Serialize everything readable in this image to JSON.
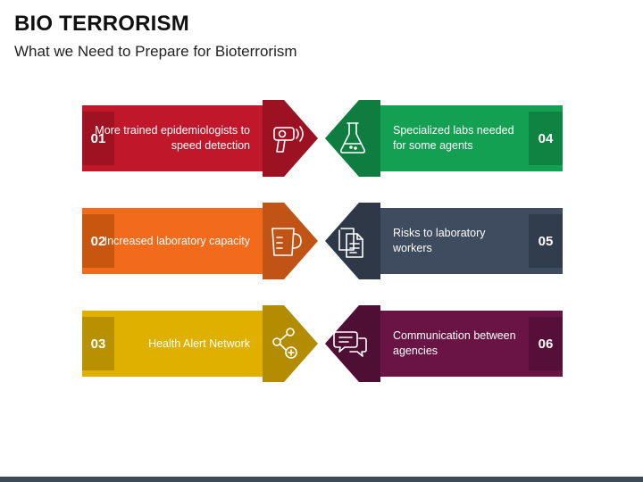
{
  "title": "BIO TERRORISM",
  "subtitle": "What we Need to Prepare for Bioterrorism",
  "items": [
    {
      "number": "01",
      "text": "More trained epidemiologists to speed detection",
      "icon": "hair-dryer-icon",
      "color_main": "#c0172b",
      "color_dark": "#8e0f1e",
      "color_box": "#9e1222"
    },
    {
      "number": "02",
      "text": "Increased laboratory capacity",
      "icon": "measuring-cup-icon",
      "color_main": "#f26a1b",
      "color_dark": "#b84a0d",
      "color_box": "#c9560f"
    },
    {
      "number": "03",
      "text": "Health Alert Network",
      "icon": "network-icon",
      "color_main": "#e0b000",
      "color_dark": "#a88300",
      "color_box": "#b89100"
    },
    {
      "number": "04",
      "text": "Specialized labs needed for some agents",
      "icon": "flask-icon",
      "color_main": "#14a052",
      "color_dark": "#0b6e36",
      "color_box": "#0f8442"
    },
    {
      "number": "05",
      "text": "Risks to laboratory workers",
      "icon": "documents-icon",
      "color_main": "#3f4b5e",
      "color_dark": "#283242",
      "color_box": "#313c4d"
    },
    {
      "number": "06",
      "text": "Communication between agencies",
      "icon": "chat-icon",
      "color_main": "#6a1446",
      "color_dark": "#460c2d",
      "color_box": "#560f38"
    }
  ]
}
